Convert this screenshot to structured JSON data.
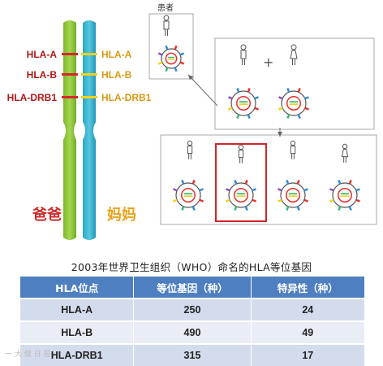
{
  "diagram": {
    "dad_markers": [
      "HLA-A",
      "HLA-B",
      "HLA-DRB1"
    ],
    "mom_markers": [
      "HLA-A",
      "HLA-B",
      "HLA-DRB1"
    ],
    "dad_label": "爸爸",
    "mom_label": "妈妈",
    "patient_label": "患者",
    "plus_sign": "+",
    "colors": {
      "dad_chromosome": "#8cc63e",
      "mom_chromosome": "#3bb4cf",
      "marker_red": "#d8262c",
      "marker_yellow": "#f2d21c",
      "highlight_box": "#d0262c",
      "cell_ring": "#555555",
      "cell_inner": "#e5322d"
    },
    "icons": [
      "person-icon",
      "cell-hla-icon",
      "arrow-icon"
    ]
  },
  "table": {
    "title": "2003年世界卫生组织（WHO）命名的HLA等位基因",
    "headers": [
      "HLA位点",
      "等位基因（种）",
      "特异性（种）"
    ],
    "rows": [
      [
        "HLA-A",
        "250",
        "24"
      ],
      [
        "HLA-B",
        "490",
        "49"
      ],
      [
        "HLA-DRB1",
        "315",
        "17"
      ]
    ]
  },
  "watermark": "一 大 健 日 报"
}
